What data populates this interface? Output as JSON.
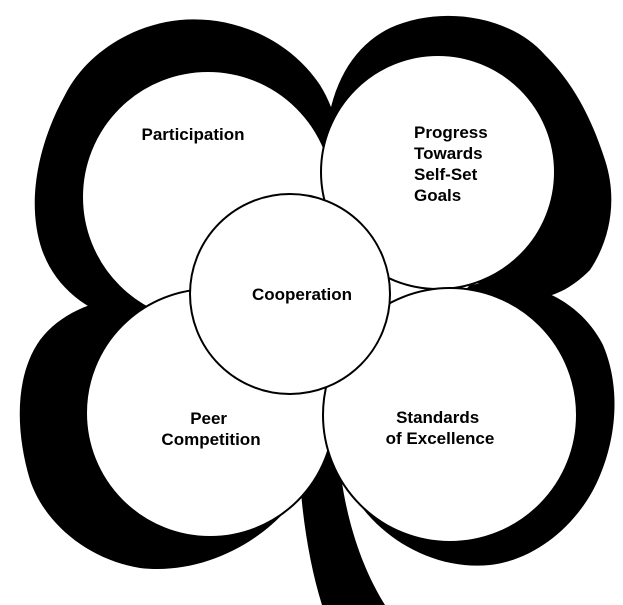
{
  "diagram": {
    "colors": {
      "background": "#ffffff",
      "ink": "#000000",
      "circle_fill": "#ffffff"
    },
    "leaves": {
      "top_left": {
        "label_lines": [
          "Participation"
        ]
      },
      "top_right": {
        "label_lines": [
          "Progress",
          "Towards",
          "Self-Set",
          "Goals"
        ]
      },
      "bottom_left": {
        "label_lines": [
          "Peer",
          "Competition"
        ]
      },
      "bottom_right": {
        "label_lines": [
          "Standards",
          "of Excellence"
        ]
      }
    },
    "center": {
      "label_lines": [
        "Cooperation"
      ]
    }
  }
}
